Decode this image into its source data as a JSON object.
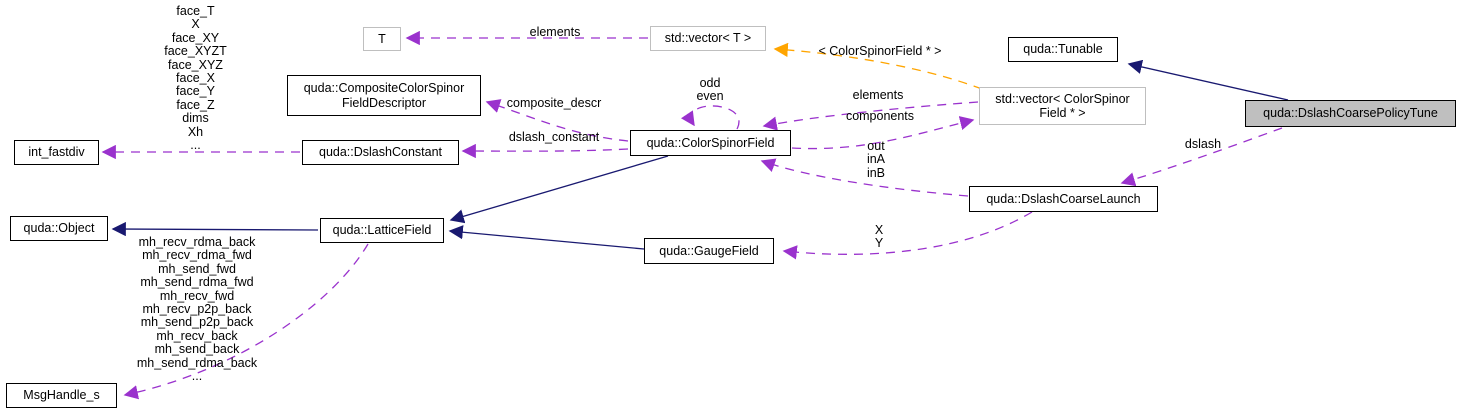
{
  "nodes": {
    "t": {
      "label": "T"
    },
    "vector_t": {
      "label": "std::vector< T >"
    },
    "tunable": {
      "label": "quda::Tunable"
    },
    "composite_descriptor": {
      "label": [
        "quda::CompositeColorSpinor",
        "FieldDescriptor"
      ]
    },
    "int_fastdiv": {
      "label": "int_fastdiv"
    },
    "dslash_constant": {
      "label": "quda::DslashConstant"
    },
    "color_spinor_field": {
      "label": "quda::ColorSpinorField"
    },
    "vector_color_spinor": {
      "label": [
        "std::vector< ColorSpinor",
        "Field * >"
      ]
    },
    "policy_tune": {
      "label": "quda::DslashCoarsePolicyTune"
    },
    "coarse_launch": {
      "label": "quda::DslashCoarseLaunch"
    },
    "object": {
      "label": "quda::Object"
    },
    "lattice_field": {
      "label": "quda::LatticeField"
    },
    "gauge_field": {
      "label": "quda::GaugeField"
    },
    "msg_handle": {
      "label": "MsgHandle_s"
    }
  },
  "edge_labels": {
    "fastdiv_fields": [
      "face_T",
      "X",
      "face_XY",
      "face_XYZT",
      "face_XYZ",
      "face_X",
      "face_Y",
      "face_Z",
      "dims",
      "Xh",
      "..."
    ],
    "elements_t": "elements",
    "template_args": "< ColorSpinorField * >",
    "composite_descr": "composite_descr",
    "odd_even": [
      "odd",
      "even"
    ],
    "elements_vector": "elements",
    "components": "components",
    "dslash_constant": "dslash_constant",
    "out_in": [
      "out",
      "inA",
      "inB"
    ],
    "dslash": "dslash",
    "xy": [
      "X",
      "Y"
    ],
    "msg_handles": [
      "mh_recv_rdma_back",
      "mh_recv_rdma_fwd",
      "mh_send_fwd",
      "mh_send_rdma_fwd",
      "mh_recv_fwd",
      "mh_recv_p2p_back",
      "mh_send_p2p_back",
      "mh_recv_back",
      "mh_send_back",
      "mh_send_rdma_back",
      "..."
    ]
  },
  "colors": {
    "inheritance": "#191970",
    "usage": "#9a32cd",
    "template": "#ffa500",
    "node_border": "#000000",
    "external_border": "#bfbfbf",
    "selected_fill": "#bfbfbf",
    "node_fill": "#ffffff"
  }
}
